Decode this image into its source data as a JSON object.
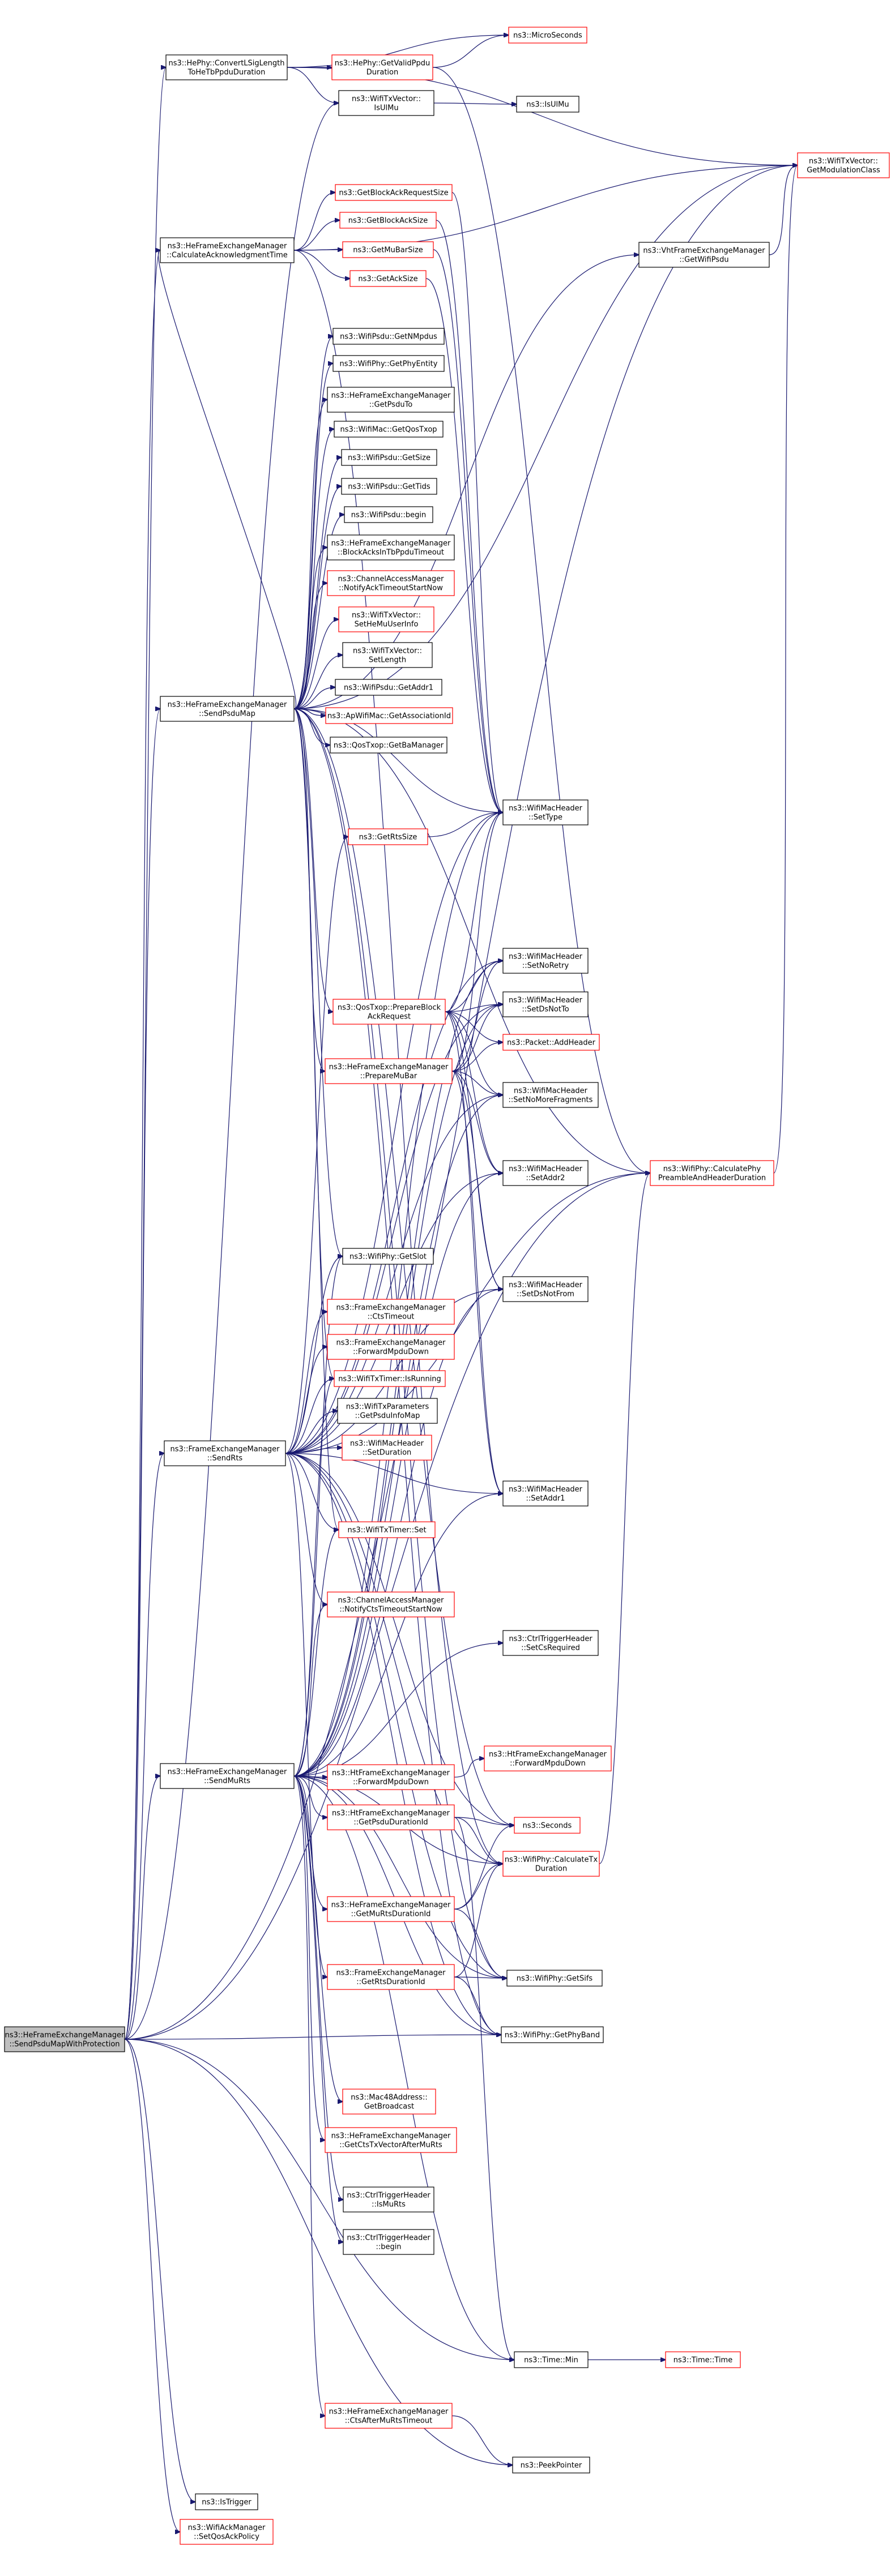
{
  "graph": {
    "nodes": [
      {
        "id": "root",
        "lines": [
          "ns3::HeFrameExchangeManager",
          "::SendPsduMapWithProtection"
        ],
        "border": "root"
      },
      {
        "id": "convertSig",
        "lines": [
          "ns3::HePhy::ConvertLSigLength",
          "ToHeTbPpduDuration"
        ],
        "border": "black"
      },
      {
        "id": "getValidPpdu",
        "lines": [
          "ns3::HePhy::GetValidPpdu",
          "Duration"
        ],
        "border": "red"
      },
      {
        "id": "microSeconds",
        "lines": [
          "ns3::MicroSeconds"
        ],
        "border": "red"
      },
      {
        "id": "isUlMuTx",
        "lines": [
          "ns3::WifiTxVector::",
          "IsUlMu"
        ],
        "border": "black"
      },
      {
        "id": "isUlMu",
        "lines": [
          "ns3::IsUlMu"
        ],
        "border": "black"
      },
      {
        "id": "getModClass",
        "lines": [
          "ns3::WifiTxVector::",
          "GetModulationClass"
        ],
        "border": "red"
      },
      {
        "id": "calcAck",
        "lines": [
          "ns3::HeFrameExchangeManager",
          "::CalculateAcknowledgmentTime"
        ],
        "border": "black"
      },
      {
        "id": "getBarSize",
        "lines": [
          "ns3::GetBlockAckRequestSize"
        ],
        "border": "red"
      },
      {
        "id": "getBaSize",
        "lines": [
          "ns3::GetBlockAckSize"
        ],
        "border": "red"
      },
      {
        "id": "getMuBarSize",
        "lines": [
          "ns3::GetMuBarSize"
        ],
        "border": "red"
      },
      {
        "id": "getAckSize",
        "lines": [
          "ns3::GetAckSize"
        ],
        "border": "red"
      },
      {
        "id": "vhtGetWifiPpdu",
        "lines": [
          "ns3::VhtFrameExchangeManager",
          "::GetWifiPsdu"
        ],
        "border": "black"
      },
      {
        "id": "getNMpdus",
        "lines": [
          "ns3::WifiPsdu::GetNMpdus"
        ],
        "border": "black"
      },
      {
        "id": "getPhyEntity",
        "lines": [
          "ns3::WifiPhy::GetPhyEntity"
        ],
        "border": "black"
      },
      {
        "id": "getPsduTo",
        "lines": [
          "ns3::HeFrameExchangeManager",
          "::GetPsduTo"
        ],
        "border": "black"
      },
      {
        "id": "getQosTxop",
        "lines": [
          "ns3::WifiMac::GetQosTxop"
        ],
        "border": "black"
      },
      {
        "id": "psduGetSize",
        "lines": [
          "ns3::WifiPsdu::GetSize"
        ],
        "border": "black"
      },
      {
        "id": "getTids",
        "lines": [
          "ns3::WifiPsdu::GetTids"
        ],
        "border": "black"
      },
      {
        "id": "psduBegin",
        "lines": [
          "ns3::WifiPsdu::begin"
        ],
        "border": "black"
      },
      {
        "id": "blockAcksTimeout",
        "lines": [
          "ns3::HeFrameExchangeManager",
          "::BlockAcksInTbPpduTimeout"
        ],
        "border": "black"
      },
      {
        "id": "notifyAckTimeout",
        "lines": [
          "ns3::ChannelAccessManager",
          "::NotifyAckTimeoutStartNow"
        ],
        "border": "red"
      },
      {
        "id": "setHeMuUserInfo",
        "lines": [
          "ns3::WifiTxVector::",
          "SetHeMuUserInfo"
        ],
        "border": "red"
      },
      {
        "id": "setLength",
        "lines": [
          "ns3::WifiTxVector::",
          "SetLength"
        ],
        "border": "black"
      },
      {
        "id": "getAddr1",
        "lines": [
          "ns3::WifiPsdu::GetAddr1"
        ],
        "border": "black"
      },
      {
        "id": "getAssocId",
        "lines": [
          "ns3::ApWifiMac::GetAssociationId"
        ],
        "border": "red"
      },
      {
        "id": "getBaManager",
        "lines": [
          "ns3::QosTxop::GetBaManager"
        ],
        "border": "black"
      },
      {
        "id": "sendPsduMap",
        "lines": [
          "ns3::HeFrameExchangeManager",
          "::SendPsduMap"
        ],
        "border": "black"
      },
      {
        "id": "setType",
        "lines": [
          "ns3::WifiMacHeader",
          "::SetType"
        ],
        "border": "black"
      },
      {
        "id": "getRtsSize",
        "lines": [
          "ns3::GetRtsSize"
        ],
        "border": "red"
      },
      {
        "id": "setNoRetry",
        "lines": [
          "ns3::WifiMacHeader",
          "::SetNoRetry"
        ],
        "border": "black"
      },
      {
        "id": "prepareBar",
        "lines": [
          "ns3::QosTxop::PrepareBlock",
          "AckRequest"
        ],
        "border": "red"
      },
      {
        "id": "setDsNotTo",
        "lines": [
          "ns3::WifiMacHeader",
          "::SetDsNotTo"
        ],
        "border": "black"
      },
      {
        "id": "addHeader",
        "lines": [
          "ns3::Packet::AddHeader"
        ],
        "border": "red"
      },
      {
        "id": "prepareMuBar",
        "lines": [
          "ns3::HeFrameExchangeManager",
          "::PrepareMuBar"
        ],
        "border": "red"
      },
      {
        "id": "setNoMoreFrag",
        "lines": [
          "ns3::WifiMacHeader",
          "::SetNoMoreFragments"
        ],
        "border": "black"
      },
      {
        "id": "setAddr2",
        "lines": [
          "ns3::WifiMacHeader",
          "::SetAddr2"
        ],
        "border": "black"
      },
      {
        "id": "calcPhyPreamble",
        "lines": [
          "ns3::WifiPhy::CalculatePhy",
          "PreambleAndHeaderDuration"
        ],
        "border": "red"
      },
      {
        "id": "getSlot",
        "lines": [
          "ns3::WifiPhy::GetSlot"
        ],
        "border": "black"
      },
      {
        "id": "setDsNotFrom",
        "lines": [
          "ns3::WifiMacHeader",
          "::SetDsNotFrom"
        ],
        "border": "black"
      },
      {
        "id": "ctsTimeout",
        "lines": [
          "ns3::FrameExchangeManager",
          "::CtsTimeout"
        ],
        "border": "red"
      },
      {
        "id": "forwardMpduDown",
        "lines": [
          "ns3::FrameExchangeManager",
          "::ForwardMpduDown"
        ],
        "border": "red"
      },
      {
        "id": "isRunning",
        "lines": [
          "ns3::WifiTxTimer::IsRunning"
        ],
        "border": "red"
      },
      {
        "id": "getPsduInfoMap",
        "lines": [
          "ns3::WifiTxParameters",
          "::GetPsduInfoMap"
        ],
        "border": "black"
      },
      {
        "id": "setDuration",
        "lines": [
          "ns3::WifiMacHeader",
          "::SetDuration"
        ],
        "border": "red"
      },
      {
        "id": "sendMuRts",
        "lines": [
          "ns3::FrameExchangeManager",
          "::SendRts"
        ],
        "border": "black"
      },
      {
        "id": "setAddr1",
        "lines": [
          "ns3::WifiMacHeader",
          "::SetAddr1"
        ],
        "border": "black"
      },
      {
        "id": "timerSet",
        "lines": [
          "ns3::WifiTxTimer::Set"
        ],
        "border": "red"
      },
      {
        "id": "notifyCtsTimeout",
        "lines": [
          "ns3::ChannelAccessManager",
          "::NotifyCtsTimeoutStartNow"
        ],
        "border": "red"
      },
      {
        "id": "setCsRequired",
        "lines": [
          "ns3::CtrlTriggerHeader",
          "::SetCsRequired"
        ],
        "border": "black"
      },
      {
        "id": "heSendMuRts",
        "lines": [
          "ns3::HeFrameExchangeManager",
          "::SendMuRts"
        ],
        "border": "black"
      },
      {
        "id": "htForwardMpdu",
        "lines": [
          "ns3::HtFrameExchangeManager",
          "::ForwardMpduDown"
        ],
        "border": "red"
      },
      {
        "id": "htForwardMpdu2",
        "lines": [
          "ns3::HtFrameExchangeManager",
          "::ForwardMpduDown"
        ],
        "border": "red"
      },
      {
        "id": "getPsduDurationId",
        "lines": [
          "ns3::HtFrameExchangeManager",
          "::GetPsduDurationId"
        ],
        "border": "red"
      },
      {
        "id": "seconds",
        "lines": [
          "ns3::Seconds"
        ],
        "border": "red"
      },
      {
        "id": "calcTxDuration",
        "lines": [
          "ns3::WifiPhy::CalculateTx",
          "Duration"
        ],
        "border": "red"
      },
      {
        "id": "getMuRtsDurationId",
        "lines": [
          "ns3::HeFrameExchangeManager",
          "::GetMuRtsDurationId"
        ],
        "border": "red"
      },
      {
        "id": "getRtsDurationId",
        "lines": [
          "ns3::FrameExchangeManager",
          "::GetRtsDurationId"
        ],
        "border": "red"
      },
      {
        "id": "getSifs",
        "lines": [
          "ns3::WifiPhy::GetSifs"
        ],
        "border": "black"
      },
      {
        "id": "getPhyBand",
        "lines": [
          "ns3::WifiPhy::GetPhyBand"
        ],
        "border": "black"
      },
      {
        "id": "getBroadcast",
        "lines": [
          "ns3::Mac48Address::",
          "GetBroadcast"
        ],
        "border": "red"
      },
      {
        "id": "getCtsTxVector",
        "lines": [
          "ns3::HeFrameExchangeManager",
          "::GetCtsTxVectorAfterMuRts"
        ],
        "border": "red"
      },
      {
        "id": "isMuRts",
        "lines": [
          "ns3::CtrlTriggerHeader",
          "::IsMuRts"
        ],
        "border": "black"
      },
      {
        "id": "ctrlBegin",
        "lines": [
          "ns3::CtrlTriggerHeader",
          "::begin"
        ],
        "border": "black"
      },
      {
        "id": "timeMin",
        "lines": [
          "ns3::Time::Min"
        ],
        "border": "black"
      },
      {
        "id": "timeTime",
        "lines": [
          "ns3::Time::Time"
        ],
        "border": "red"
      },
      {
        "id": "ctsAfterMuRts",
        "lines": [
          "ns3::HeFrameExchangeManager",
          "::CtsAfterMuRtsTimeout"
        ],
        "border": "red"
      },
      {
        "id": "peekPointer",
        "lines": [
          "ns3::PeekPointer"
        ],
        "border": "black"
      },
      {
        "id": "isTrigger",
        "lines": [
          "ns3::IsTrigger"
        ],
        "border": "black"
      },
      {
        "id": "setQosAckPolicy",
        "lines": [
          "ns3::WifiAckManager",
          "::SetQosAckPolicy"
        ],
        "border": "red"
      }
    ],
    "edges": [
      [
        "root",
        "convertSig"
      ],
      [
        "root",
        "isUlMuTx"
      ],
      [
        "root",
        "calcAck"
      ],
      [
        "root",
        "sendPsduMap"
      ],
      [
        "root",
        "sendMuRts"
      ],
      [
        "root",
        "heSendMuRts"
      ],
      [
        "root",
        "getPhyBand"
      ],
      [
        "root",
        "timeMin"
      ],
      [
        "root",
        "peekPointer"
      ],
      [
        "root",
        "isTrigger"
      ],
      [
        "root",
        "setQosAckPolicy"
      ],
      [
        "root",
        "calcPhyPreamble"
      ],
      [
        "root",
        "getModClass"
      ],
      [
        "convertSig",
        "getValidPpdu"
      ],
      [
        "convertSig",
        "microSeconds"
      ],
      [
        "convertSig",
        "isUlMuTx"
      ],
      [
        "convertSig",
        "getModClass"
      ],
      [
        "getValidPpdu",
        "microSeconds"
      ],
      [
        "getValidPpdu",
        "calcPhyPreamble"
      ],
      [
        "isUlMuTx",
        "isUlMu"
      ],
      [
        "calcAck",
        "getBarSize"
      ],
      [
        "calcAck",
        "getBaSize"
      ],
      [
        "calcAck",
        "getMuBarSize"
      ],
      [
        "calcAck",
        "getAckSize"
      ],
      [
        "calcAck",
        "getModClass"
      ],
      [
        "calcAck",
        "calcTxDuration"
      ],
      [
        "getBarSize",
        "setType"
      ],
      [
        "getBaSize",
        "setType"
      ],
      [
        "getMuBarSize",
        "setType"
      ],
      [
        "getAckSize",
        "setType"
      ],
      [
        "vhtGetWifiPpdu",
        "getModClass"
      ],
      [
        "sendPsduMap",
        "vhtGetWifiPpdu"
      ],
      [
        "sendPsduMap",
        "getNMpdus"
      ],
      [
        "sendPsduMap",
        "getPhyEntity"
      ],
      [
        "sendPsduMap",
        "getPsduTo"
      ],
      [
        "sendPsduMap",
        "getQosTxop"
      ],
      [
        "sendPsduMap",
        "psduGetSize"
      ],
      [
        "sendPsduMap",
        "getTids"
      ],
      [
        "sendPsduMap",
        "psduBegin"
      ],
      [
        "sendPsduMap",
        "blockAcksTimeout"
      ],
      [
        "sendPsduMap",
        "notifyAckTimeout"
      ],
      [
        "sendPsduMap",
        "setHeMuUserInfo"
      ],
      [
        "sendPsduMap",
        "setLength"
      ],
      [
        "sendPsduMap",
        "getAddr1"
      ],
      [
        "sendPsduMap",
        "getAssocId"
      ],
      [
        "sendPsduMap",
        "getBaManager"
      ],
      [
        "sendPsduMap",
        "calcAck"
      ],
      [
        "sendPsduMap",
        "prepareBar"
      ],
      [
        "sendPsduMap",
        "prepareMuBar"
      ],
      [
        "sendPsduMap",
        "setType"
      ],
      [
        "sendPsduMap",
        "getSlot"
      ],
      [
        "sendPsduMap",
        "isRunning"
      ],
      [
        "sendPsduMap",
        "timerSet"
      ],
      [
        "sendPsduMap",
        "calcPhyPreamble"
      ],
      [
        "sendPsduMap",
        "getModClass"
      ],
      [
        "sendPsduMap",
        "seconds"
      ],
      [
        "sendPsduMap",
        "getSifs"
      ],
      [
        "sendPsduMap",
        "getPhyBand"
      ],
      [
        "getRtsSize",
        "setType"
      ],
      [
        "prepareBar",
        "setType"
      ],
      [
        "prepareBar",
        "setNoRetry"
      ],
      [
        "prepareBar",
        "setDsNotTo"
      ],
      [
        "prepareBar",
        "addHeader"
      ],
      [
        "prepareBar",
        "setNoMoreFrag"
      ],
      [
        "prepareBar",
        "setAddr2"
      ],
      [
        "prepareBar",
        "setDsNotFrom"
      ],
      [
        "prepareBar",
        "setAddr1"
      ],
      [
        "prepareMuBar",
        "setType"
      ],
      [
        "prepareMuBar",
        "setNoRetry"
      ],
      [
        "prepareMuBar",
        "setDsNotTo"
      ],
      [
        "prepareMuBar",
        "addHeader"
      ],
      [
        "prepareMuBar",
        "setNoMoreFrag"
      ],
      [
        "prepareMuBar",
        "setAddr2"
      ],
      [
        "prepareMuBar",
        "setDsNotFrom"
      ],
      [
        "prepareMuBar",
        "setAddr1"
      ],
      [
        "calcPhyPreamble",
        "getModClass"
      ],
      [
        "sendMuRts",
        "getRtsSize"
      ],
      [
        "sendMuRts",
        "setType"
      ],
      [
        "sendMuRts",
        "setNoRetry"
      ],
      [
        "sendMuRts",
        "setDsNotTo"
      ],
      [
        "sendMuRts",
        "setNoMoreFrag"
      ],
      [
        "sendMuRts",
        "setAddr2"
      ],
      [
        "sendMuRts",
        "getSlot"
      ],
      [
        "sendMuRts",
        "setDsNotFrom"
      ],
      [
        "sendMuRts",
        "ctsTimeout"
      ],
      [
        "sendMuRts",
        "forwardMpduDown"
      ],
      [
        "sendMuRts",
        "isRunning"
      ],
      [
        "sendMuRts",
        "getPsduInfoMap"
      ],
      [
        "sendMuRts",
        "setDuration"
      ],
      [
        "sendMuRts",
        "setAddr1"
      ],
      [
        "sendMuRts",
        "timerSet"
      ],
      [
        "sendMuRts",
        "notifyCtsTimeout"
      ],
      [
        "sendMuRts",
        "getRtsDurationId"
      ],
      [
        "sendMuRts",
        "calcPhyPreamble"
      ],
      [
        "sendMuRts",
        "calcTxDuration"
      ],
      [
        "sendMuRts",
        "getSifs"
      ],
      [
        "sendMuRts",
        "getPhyBand"
      ],
      [
        "sendMuRts",
        "seconds"
      ],
      [
        "heSendMuRts",
        "setType"
      ],
      [
        "heSendMuRts",
        "setNoRetry"
      ],
      [
        "heSendMuRts",
        "setDsNotTo"
      ],
      [
        "heSendMuRts",
        "setNoMoreFrag"
      ],
      [
        "heSendMuRts",
        "setAddr2"
      ],
      [
        "heSendMuRts",
        "setDsNotFrom"
      ],
      [
        "heSendMuRts",
        "setAddr1"
      ],
      [
        "heSendMuRts",
        "getSlot"
      ],
      [
        "heSendMuRts",
        "isRunning"
      ],
      [
        "heSendMuRts",
        "timerSet"
      ],
      [
        "heSendMuRts",
        "notifyCtsTimeout"
      ],
      [
        "heSendMuRts",
        "setCsRequired"
      ],
      [
        "heSendMuRts",
        "htForwardMpdu2"
      ],
      [
        "heSendMuRts",
        "getPsduDurationId"
      ],
      [
        "heSendMuRts",
        "getMuRtsDurationId"
      ],
      [
        "heSendMuRts",
        "getBroadcast"
      ],
      [
        "heSendMuRts",
        "getCtsTxVector"
      ],
      [
        "heSendMuRts",
        "isMuRts"
      ],
      [
        "heSendMuRts",
        "ctrlBegin"
      ],
      [
        "heSendMuRts",
        "ctsAfterMuRts"
      ],
      [
        "heSendMuRts",
        "getSifs"
      ],
      [
        "heSendMuRts",
        "getPhyBand"
      ],
      [
        "heSendMuRts",
        "calcTxDuration"
      ],
      [
        "heSendMuRts",
        "timeMin"
      ],
      [
        "htForwardMpdu2",
        "htForwardMpdu"
      ],
      [
        "getPsduDurationId",
        "seconds"
      ],
      [
        "getPsduDurationId",
        "calcTxDuration"
      ],
      [
        "getPsduDurationId",
        "timeMin"
      ],
      [
        "getMuRtsDurationId",
        "seconds"
      ],
      [
        "getMuRtsDurationId",
        "calcTxDuration"
      ],
      [
        "getMuRtsDurationId",
        "getSifs"
      ],
      [
        "getRtsDurationId",
        "calcTxDuration"
      ],
      [
        "getRtsDurationId",
        "getSifs"
      ],
      [
        "getRtsDurationId",
        "getPhyBand"
      ],
      [
        "calcTxDuration",
        "calcPhyPreamble"
      ],
      [
        "timeMin",
        "timeTime"
      ],
      [
        "ctsAfterMuRts",
        "peekPointer"
      ]
    ]
  }
}
